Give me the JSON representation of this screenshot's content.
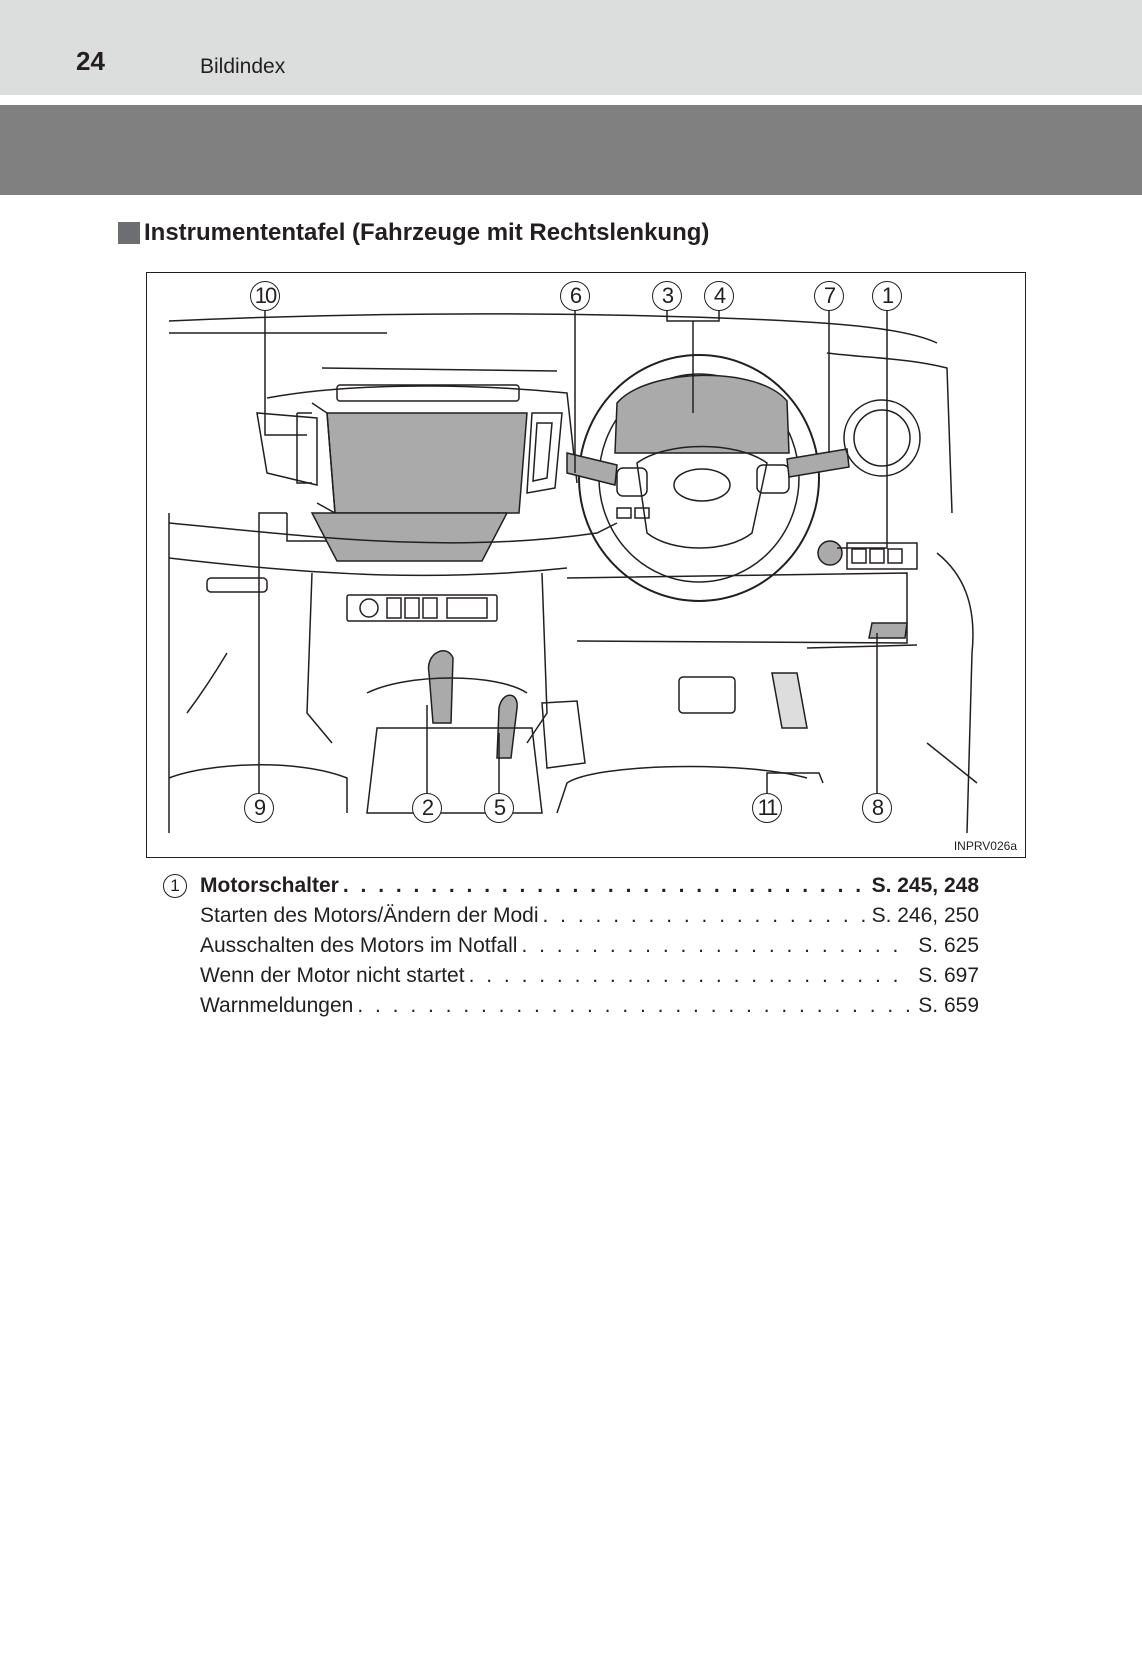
{
  "header": {
    "page_number": "24",
    "running_title": "Bildindex"
  },
  "section": {
    "title": "Instrumententafel (Fahrzeuge mit Rechtslenkung)"
  },
  "figure": {
    "code": "INPRV026a",
    "callouts": [
      "1",
      "2",
      "3",
      "4",
      "5",
      "6",
      "7",
      "8",
      "9",
      "10",
      "11"
    ]
  },
  "entries": [
    {
      "badge": "1",
      "label": "Motorschalter",
      "ref": "S. 245, 248",
      "emphasis": true
    },
    {
      "label": "Starten des Motors/Ändern der Modi",
      "ref": "S. 246, 250"
    },
    {
      "label": "Ausschalten des Motors im Notfall",
      "ref": "S. 625"
    },
    {
      "label": "Wenn der Motor nicht startet",
      "ref": "S. 697"
    },
    {
      "label": "Warnmeldungen",
      "ref": "S. 659"
    }
  ]
}
